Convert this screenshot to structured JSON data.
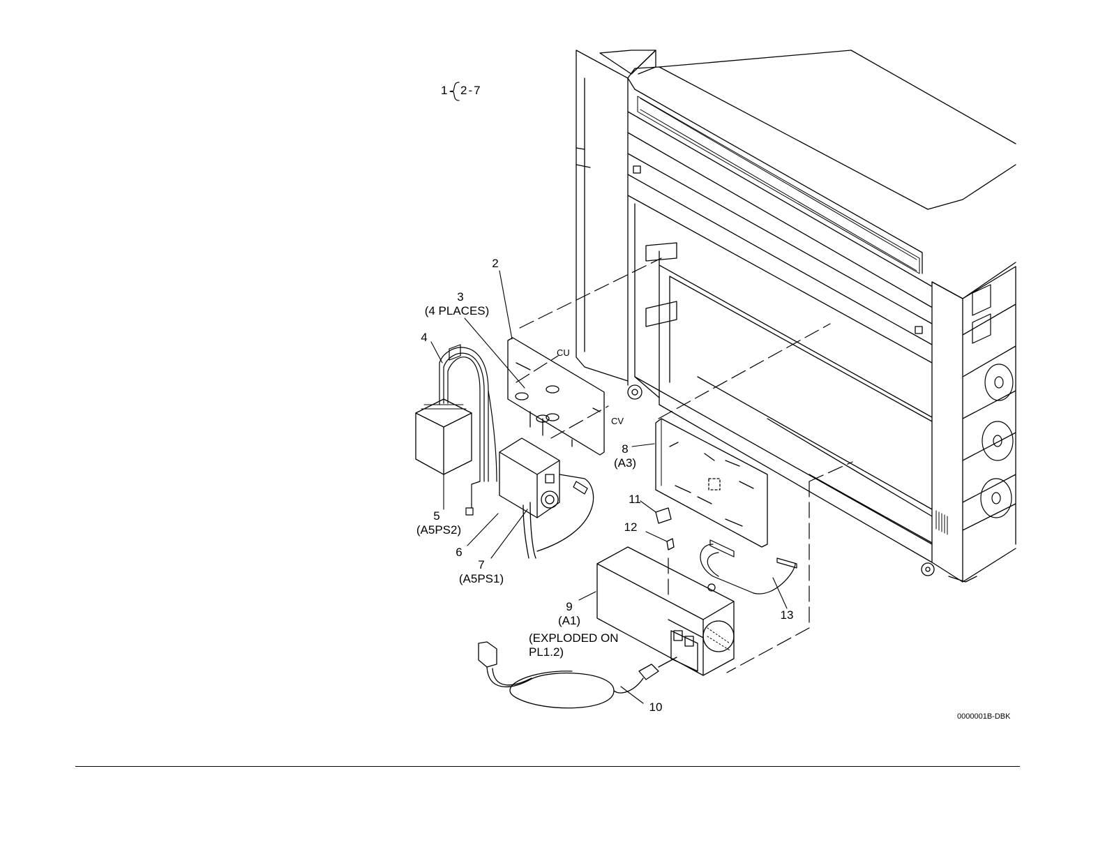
{
  "header": {
    "reference_prefix": "1",
    "reference_range": "2-7"
  },
  "callouts": {
    "c2": {
      "number": "2"
    },
    "c3": {
      "number": "3",
      "note": "(4 PLACES)"
    },
    "c4": {
      "number": "4"
    },
    "c5": {
      "number": "5",
      "note": "(A5PS2)"
    },
    "c6": {
      "number": "6"
    },
    "c7": {
      "number": "7",
      "note": "(A5PS1)"
    },
    "c8": {
      "number": "8",
      "note": "(A3)"
    },
    "c9": {
      "number": "9",
      "note": "(A1)",
      "extra_line1": "(EXPLODED ON",
      "extra_line2": "PL1.2)"
    },
    "c10": {
      "number": "10"
    },
    "c11": {
      "number": "11"
    },
    "c12": {
      "number": "12"
    },
    "c13": {
      "number": "13"
    }
  },
  "bracket_marks": {
    "cu": "CU",
    "cv": "CV"
  },
  "figure_id": "0000001B-DBK"
}
